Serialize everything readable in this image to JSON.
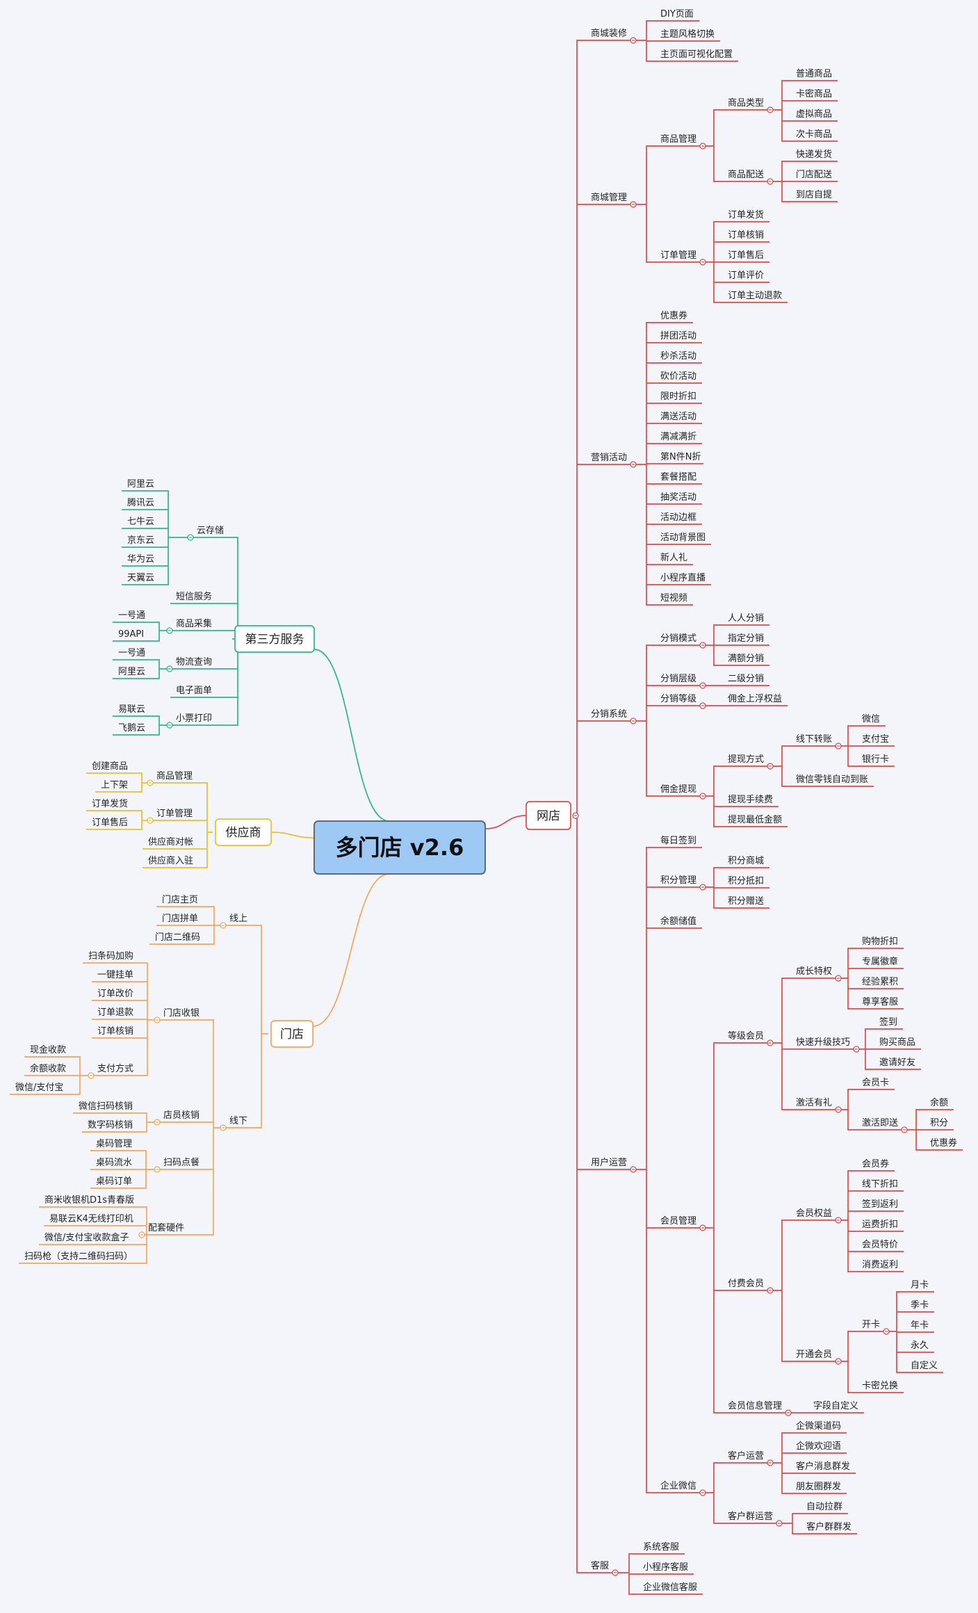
{
  "title": "多门店 v2.6",
  "colors": {
    "right": "#dd4b4b",
    "third": "#2fb58a",
    "supplier": "#e6c12c",
    "store": "#f2a65a",
    "root_fill": "#9ec9f5",
    "root_stroke": "#5c6b7a"
  },
  "right_branch": {
    "label": "网店",
    "children": [
      {
        "label": "商城装修",
        "children": [
          {
            "label": "DIY页面"
          },
          {
            "label": "主题风格切换"
          },
          {
            "label": "主页面可视化配置"
          }
        ]
      },
      {
        "label": "商城管理",
        "children": [
          {
            "label": "商品管理",
            "children": [
              {
                "label": "商品类型",
                "children": [
                  {
                    "label": "普通商品"
                  },
                  {
                    "label": "卡密商品"
                  },
                  {
                    "label": "虚拟商品"
                  },
                  {
                    "label": "次卡商品"
                  }
                ]
              },
              {
                "label": "商品配送",
                "children": [
                  {
                    "label": "快递发货"
                  },
                  {
                    "label": "门店配送"
                  },
                  {
                    "label": "到店自提"
                  }
                ]
              }
            ]
          },
          {
            "label": "订单管理",
            "children": [
              {
                "label": "订单发货"
              },
              {
                "label": "订单核销"
              },
              {
                "label": "订单售后"
              },
              {
                "label": "订单评价"
              },
              {
                "label": "订单主动退款"
              }
            ]
          }
        ]
      },
      {
        "label": "营销活动",
        "children": [
          {
            "label": "优惠券"
          },
          {
            "label": "拼团活动"
          },
          {
            "label": "秒杀活动"
          },
          {
            "label": "砍价活动"
          },
          {
            "label": "限时折扣"
          },
          {
            "label": "满送活动"
          },
          {
            "label": "满减满折"
          },
          {
            "label": "第N件N折"
          },
          {
            "label": "套餐搭配"
          },
          {
            "label": "抽奖活动"
          },
          {
            "label": "活动边框"
          },
          {
            "label": "活动背景图"
          },
          {
            "label": "新人礼"
          },
          {
            "label": "小程序直播"
          },
          {
            "label": "短视频"
          }
        ]
      },
      {
        "label": "分销系统",
        "children": [
          {
            "label": "分销模式",
            "children": [
              {
                "label": "人人分销"
              },
              {
                "label": "指定分销"
              },
              {
                "label": "满额分销"
              }
            ]
          },
          {
            "label": "分销层级",
            "children": [
              {
                "label": "二级分销"
              }
            ]
          },
          {
            "label": "分销等级",
            "children": [
              {
                "label": "佣金上浮权益"
              }
            ]
          },
          {
            "label": "佣金提现",
            "children": [
              {
                "label": "提现方式",
                "children": [
                  {
                    "label": "线下转账",
                    "children": [
                      {
                        "label": "微信"
                      },
                      {
                        "label": "支付宝"
                      },
                      {
                        "label": "银行卡"
                      }
                    ]
                  },
                  {
                    "label": "微信零钱自动到账"
                  }
                ]
              },
              {
                "label": "提现手续费"
              },
              {
                "label": "提现最低金额"
              }
            ]
          }
        ]
      },
      {
        "label": "用户运营",
        "children": [
          {
            "label": "每日签到"
          },
          {
            "label": "积分管理",
            "children": [
              {
                "label": "积分商城"
              },
              {
                "label": "积分抵扣"
              },
              {
                "label": "积分赠送"
              }
            ]
          },
          {
            "label": "余额储值"
          },
          {
            "label": "会员管理",
            "children": [
              {
                "label": "等级会员",
                "children": [
                  {
                    "label": "成长特权",
                    "children": [
                      {
                        "label": "购物折扣"
                      },
                      {
                        "label": "专属徽章"
                      },
                      {
                        "label": "经验累积"
                      },
                      {
                        "label": "尊享客服"
                      }
                    ]
                  },
                  {
                    "label": "快速升级技巧",
                    "children": [
                      {
                        "label": "签到"
                      },
                      {
                        "label": "购买商品"
                      },
                      {
                        "label": "邀请好友"
                      }
                    ]
                  },
                  {
                    "label": "激活有礼",
                    "children": [
                      {
                        "label": "会员卡"
                      },
                      {
                        "label": "激活即送",
                        "children": [
                          {
                            "label": "余额"
                          },
                          {
                            "label": "积分"
                          },
                          {
                            "label": "优惠券"
                          }
                        ]
                      }
                    ]
                  }
                ]
              },
              {
                "label": "付费会员",
                "children": [
                  {
                    "label": "会员权益",
                    "children": [
                      {
                        "label": "会员券"
                      },
                      {
                        "label": "线下折扣"
                      },
                      {
                        "label": "签到返利"
                      },
                      {
                        "label": "运费折扣"
                      },
                      {
                        "label": "会员特价"
                      },
                      {
                        "label": "消费返利"
                      }
                    ]
                  },
                  {
                    "label": "开通会员",
                    "children": [
                      {
                        "label": "开卡",
                        "children": [
                          {
                            "label": "月卡"
                          },
                          {
                            "label": "季卡"
                          },
                          {
                            "label": "年卡"
                          },
                          {
                            "label": "永久"
                          },
                          {
                            "label": "自定义"
                          }
                        ]
                      },
                      {
                        "label": "卡密兑换"
                      }
                    ]
                  }
                ]
              },
              {
                "label": "会员信息管理",
                "children": [
                  {
                    "label": "字段自定义"
                  }
                ]
              }
            ]
          },
          {
            "label": "企业微信",
            "children": [
              {
                "label": "客户运营",
                "children": [
                  {
                    "label": "企微渠道码"
                  },
                  {
                    "label": "企微欢迎语"
                  },
                  {
                    "label": "客户消息群发"
                  },
                  {
                    "label": "朋友圈群发"
                  }
                ]
              },
              {
                "label": "客户群运营",
                "children": [
                  {
                    "label": "自动拉群"
                  },
                  {
                    "label": "客户群群发"
                  }
                ]
              }
            ]
          }
        ]
      },
      {
        "label": "客服",
        "children": [
          {
            "label": "系统客服"
          },
          {
            "label": "小程序客服"
          },
          {
            "label": "企业微信客服"
          }
        ]
      }
    ]
  },
  "left_branches": [
    {
      "label": "第三方服务",
      "children": [
        {
          "label": "云存储",
          "children": [
            {
              "label": "阿里云"
            },
            {
              "label": "腾讯云"
            },
            {
              "label": "七牛云"
            },
            {
              "label": "京东云"
            },
            {
              "label": "华为云"
            },
            {
              "label": "天翼云"
            }
          ]
        },
        {
          "label": "短信服务"
        },
        {
          "label": "商品采集",
          "children": [
            {
              "label": "一号通"
            },
            {
              "label": "99API"
            }
          ]
        },
        {
          "label": "物流查询",
          "children": [
            {
              "label": "一号通"
            },
            {
              "label": "阿里云"
            }
          ]
        },
        {
          "label": "电子面单"
        },
        {
          "label": "小票打印",
          "children": [
            {
              "label": "易联云"
            },
            {
              "label": "飞鹅云"
            }
          ]
        }
      ]
    },
    {
      "label": "供应商",
      "children": [
        {
          "label": "商品管理",
          "children": [
            {
              "label": "创建商品"
            },
            {
              "label": "上下架"
            }
          ]
        },
        {
          "label": "订单管理",
          "children": [
            {
              "label": "订单发货"
            },
            {
              "label": "订单售后"
            }
          ]
        },
        {
          "label": "供应商对帐"
        },
        {
          "label": "供应商入驻"
        }
      ]
    },
    {
      "label": "门店",
      "children": [
        {
          "label": "线上",
          "children": [
            {
              "label": "门店主页"
            },
            {
              "label": "门店拼单"
            },
            {
              "label": "门店二维码"
            }
          ]
        },
        {
          "label": "线下",
          "children": [
            {
              "label": "门店收银",
              "children": [
                {
                  "label": "扫条码加购"
                },
                {
                  "label": "一键挂单"
                },
                {
                  "label": "订单改价"
                },
                {
                  "label": "订单退款"
                },
                {
                  "label": "订单核销"
                },
                {
                  "label": "支付方式",
                  "children": [
                    {
                      "label": "现金收款"
                    },
                    {
                      "label": "余额收款"
                    },
                    {
                      "label": "微信/支付宝"
                    }
                  ]
                }
              ]
            },
            {
              "label": "店员核销",
              "children": [
                {
                  "label": "微信扫码核销"
                },
                {
                  "label": "数字码核销"
                }
              ]
            },
            {
              "label": "扫码点餐",
              "children": [
                {
                  "label": "桌码管理"
                },
                {
                  "label": "桌码流水"
                },
                {
                  "label": "桌码订单"
                }
              ]
            },
            {
              "label": "配套硬件",
              "children": [
                {
                  "label": "商米收银机D1s青春版"
                },
                {
                  "label": "易联云K4无线打印机"
                },
                {
                  "label": "微信/支付宝收款盒子"
                },
                {
                  "label": "扫码枪（支持二维码扫码）"
                }
              ]
            }
          ]
        }
      ]
    }
  ]
}
